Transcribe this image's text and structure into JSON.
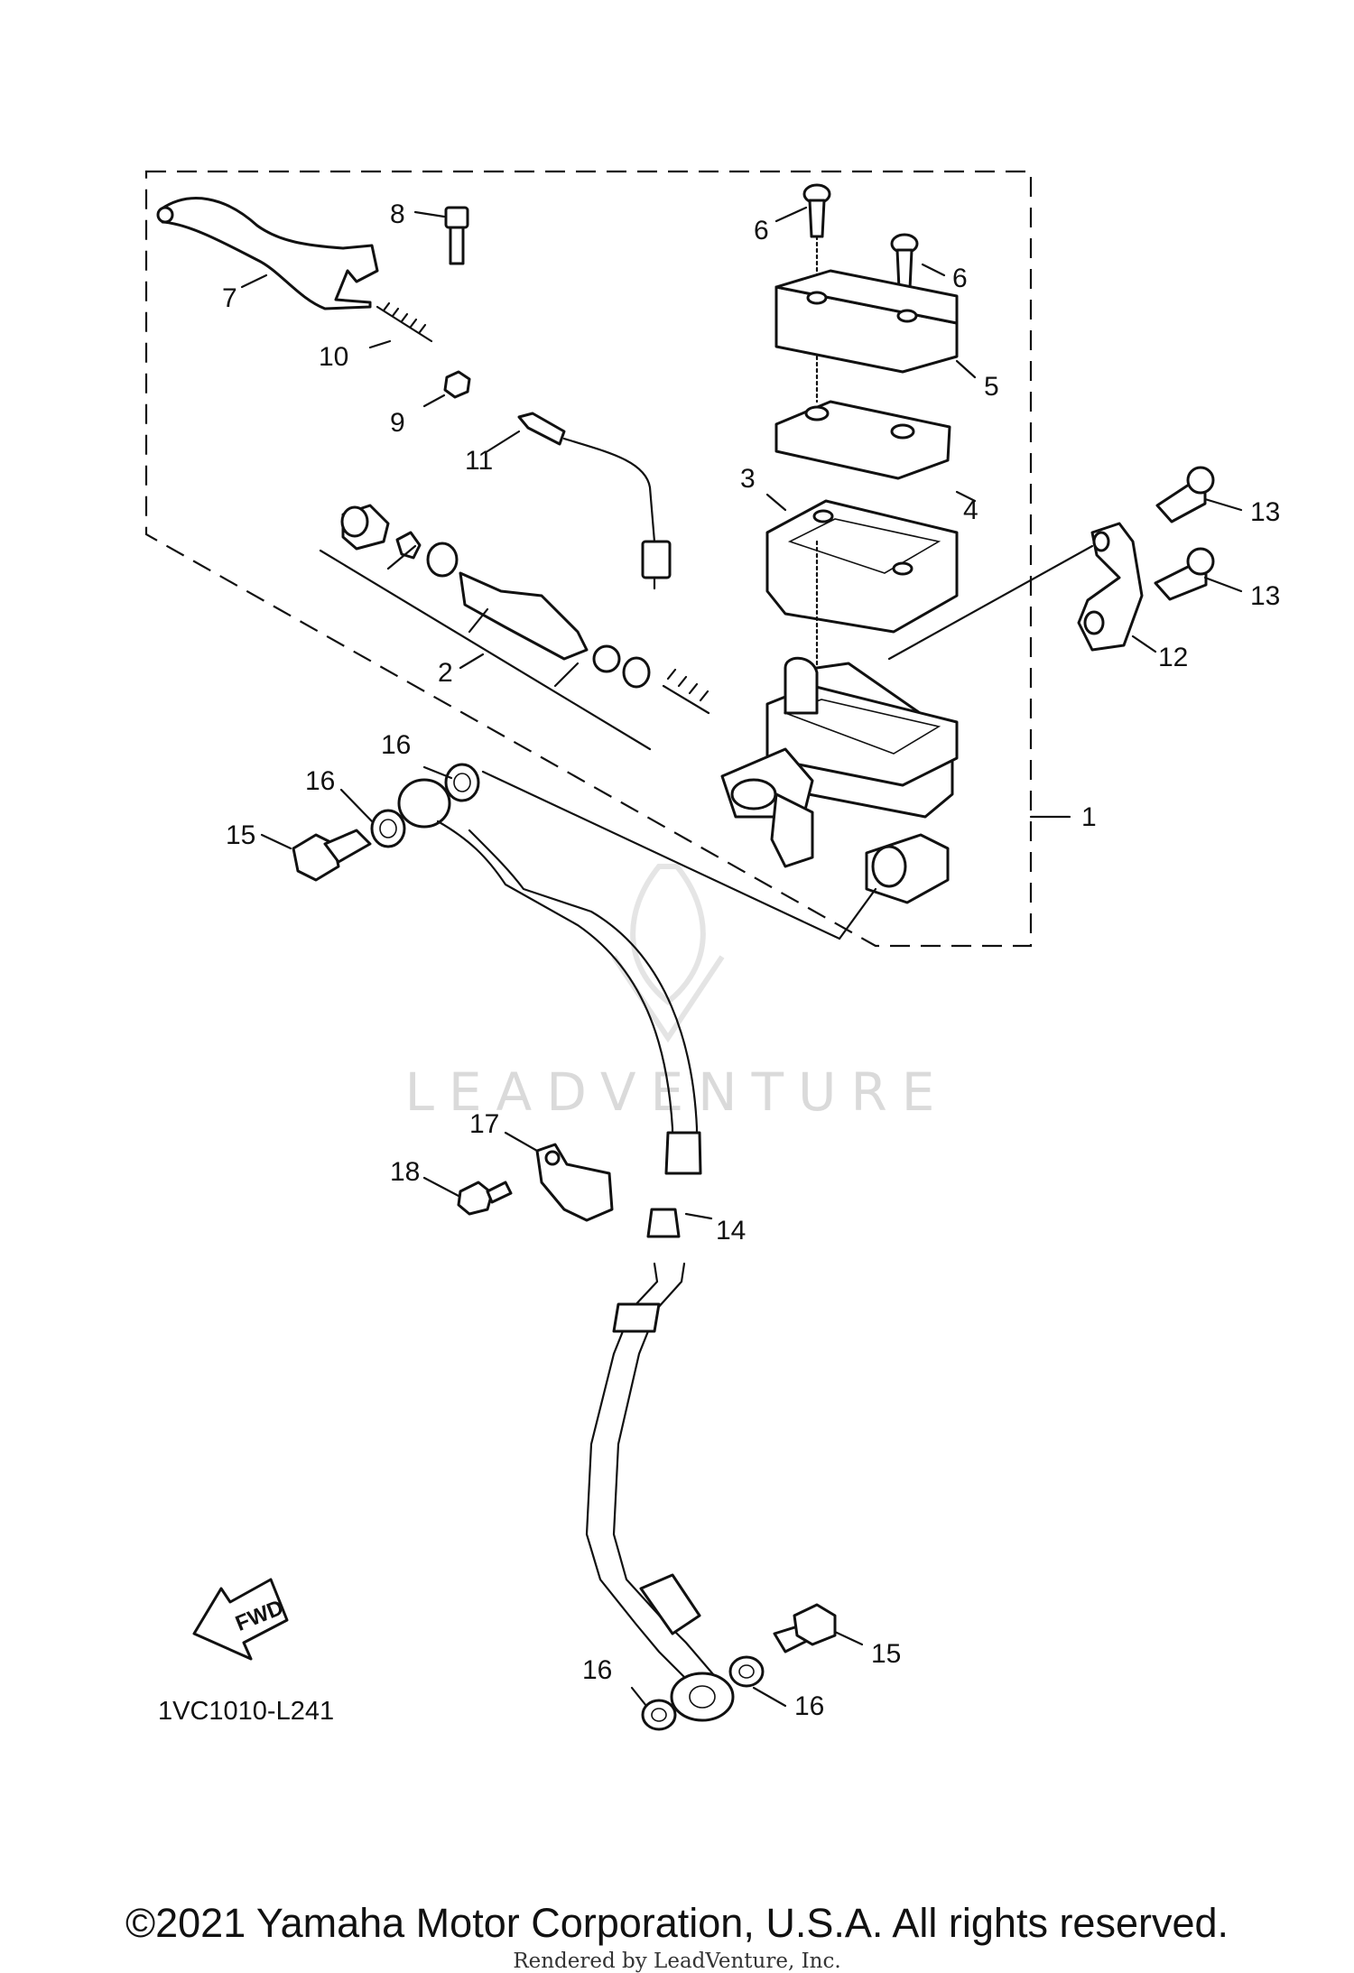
{
  "callouts": {
    "c1": "1",
    "c2": "2",
    "c3": "3",
    "c4": "4",
    "c5": "5",
    "c6a": "6",
    "c6b": "6",
    "c7": "7",
    "c8": "8",
    "c9": "9",
    "c10": "10",
    "c11": "11",
    "c12": "12",
    "c13a": "13",
    "c13b": "13",
    "c14": "14",
    "c15a": "15",
    "c15b": "15",
    "c16a": "16",
    "c16b": "16",
    "c16c": "16",
    "c16d": "16",
    "c17": "17",
    "c18": "18"
  },
  "fwd_label": "FWD",
  "diagram_code": "1VC1010-L241",
  "watermark": "LEADVENTURE",
  "copyright": "©2021 Yamaha Motor Corporation, U.S.A. All rights reserved.",
  "rendered_by": "Rendered by LeadVenture, Inc."
}
